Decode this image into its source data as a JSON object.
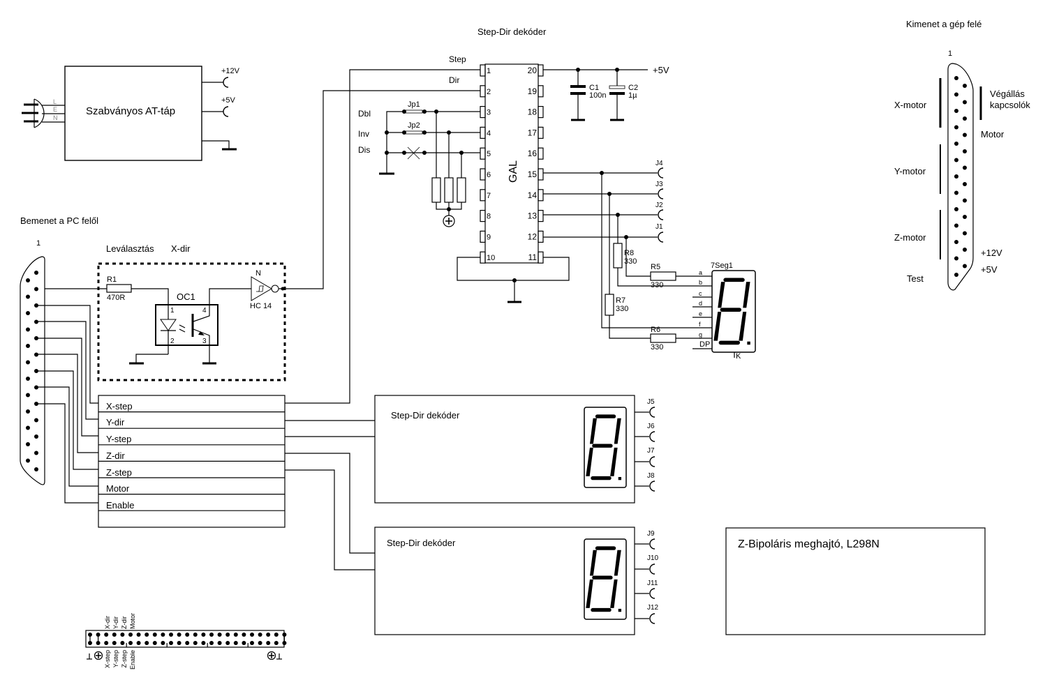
{
  "title": "Step-Dir dekóder",
  "psu": {
    "label": "Szabványos AT-táp",
    "plug_pins": [
      "L",
      "E",
      "N"
    ],
    "outputs": [
      "+12V",
      "+5V"
    ]
  },
  "input_section": {
    "title": "Bemenet a PC felől",
    "connector_pin1": "1",
    "isolation_label": "Leválasztás",
    "isolation_channel": "X-dir",
    "r1": {
      "name": "R1",
      "value": "470R"
    },
    "optocoupler": {
      "name": "OC1",
      "pins": [
        "1",
        "2",
        "4",
        "3"
      ]
    },
    "inverter": {
      "name": "N",
      "part": "HC 14"
    }
  },
  "signal_table": [
    "X-step",
    "Y-dir",
    "Y-step",
    "Z-dir",
    "Z-step",
    "Motor",
    "Enable",
    ""
  ],
  "gal": {
    "name": "GAL",
    "left_pins": [
      "1",
      "2",
      "3",
      "4",
      "5",
      "6",
      "7",
      "8",
      "9",
      "10"
    ],
    "right_pins": [
      "20",
      "19",
      "18",
      "17",
      "16",
      "15",
      "14",
      "13",
      "12",
      "11"
    ],
    "inputs": {
      "step": "Step",
      "dir": "Dir",
      "dbl": "Dbl",
      "inv": "Inv",
      "dis": "Dis"
    },
    "jumpers": [
      "Jp1",
      "Jp2"
    ],
    "supply": "+5V",
    "c1": {
      "name": "C1",
      "value": "100n"
    },
    "c2": {
      "name": "C2",
      "value": "1µ"
    },
    "outputs": [
      "J4",
      "J3",
      "J2",
      "J1"
    ]
  },
  "display": {
    "name": "7Seg1",
    "segments": [
      "a",
      "b",
      "c",
      "d",
      "e",
      "f",
      "g",
      "DP"
    ],
    "cathode": "K",
    "resistors": [
      {
        "name": "R8",
        "value": "330"
      },
      {
        "name": "R5",
        "value": "330"
      },
      {
        "name": "R7",
        "value": "330"
      },
      {
        "name": "R6",
        "value": "330"
      }
    ]
  },
  "decoder_blocks": [
    {
      "label": "Step-Dir dekóder",
      "jacks": [
        "J5",
        "J6",
        "J7",
        "J8"
      ]
    },
    {
      "label": "Step-Dir dekóder",
      "jacks": [
        "J9",
        "J10",
        "J11",
        "J12"
      ]
    }
  ],
  "z_driver": {
    "label": "Z-Bipoláris meghajtó, L298N"
  },
  "output_section": {
    "title": "Kimenet a gép felé",
    "connector_pin1": "1",
    "labels": [
      "X-motor",
      "Y-motor",
      "Z-motor",
      "Test"
    ],
    "right_labels": [
      "Végállás",
      "kapcsolók",
      "Motor",
      "+12V",
      "+5V"
    ]
  },
  "header": {
    "top_labels": [
      "X-dir",
      "Y-dir",
      "Z-dir",
      "Motor"
    ],
    "bottom_labels": [
      "X-step",
      "Y-step",
      "Z-step",
      "Enable"
    ]
  }
}
